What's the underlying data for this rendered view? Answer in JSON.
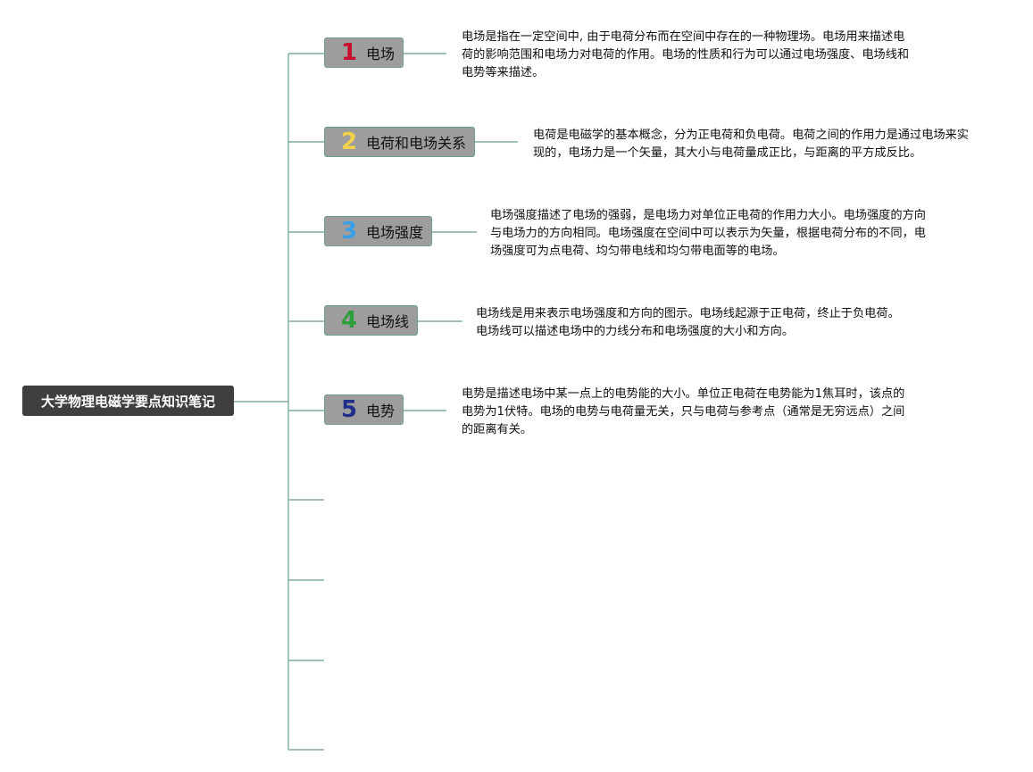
{
  "root": {
    "label": "大学物理电磁学要点知识笔记"
  },
  "topics": [
    {
      "number": "1",
      "color": "#c8102e",
      "label": "电场",
      "desc": "电场是指在一定空间中, 由于电荷分布而在空间中存在的一种物理场。电场用来描述电荷的影响范围和电场力对电荷的作用。电场的性质和行为可以通过电场强度、电场线和电势等来描述。"
    },
    {
      "number": "2",
      "color": "#f2d24b",
      "label": "电荷和电场关系",
      "desc": "电荷是电磁学的基本概念，分为正电荷和负电荷。电荷之间的作用力是通过电场来实现的，电场力是一个矢量，其大小与电荷量成正比，与距离的平方成反比。"
    },
    {
      "number": "3",
      "color": "#3aa0e6",
      "label": "电场强度",
      "desc": "电场强度描述了电场的强弱，是电场力对单位正电荷的作用力大小。电场强度的方向与电场力的方向相同。电场强度在空间中可以表示为矢量，根据电荷分布的不同，电场强度可为点电荷、均匀带电线和均匀带电面等的电场。"
    },
    {
      "number": "4",
      "color": "#2e9e3b",
      "label": "电场线",
      "desc": "电场线是用来表示电场强度和方向的图示。电场线起源于正电荷，终止于负电荷。电场线可以描述电场中的力线分布和电场强度的大小和方向。"
    },
    {
      "number": "5",
      "color": "#1f2f8a",
      "label": "电势",
      "desc": "电势是描述电场中某一点上的电势能的大小。单位正电荷在电势能为1焦耳时，该点的电势为1伏特。电场的电势与电荷量无关，只与电荷与参考点（通常是无穷远点）之间的距离有关。"
    }
  ]
}
